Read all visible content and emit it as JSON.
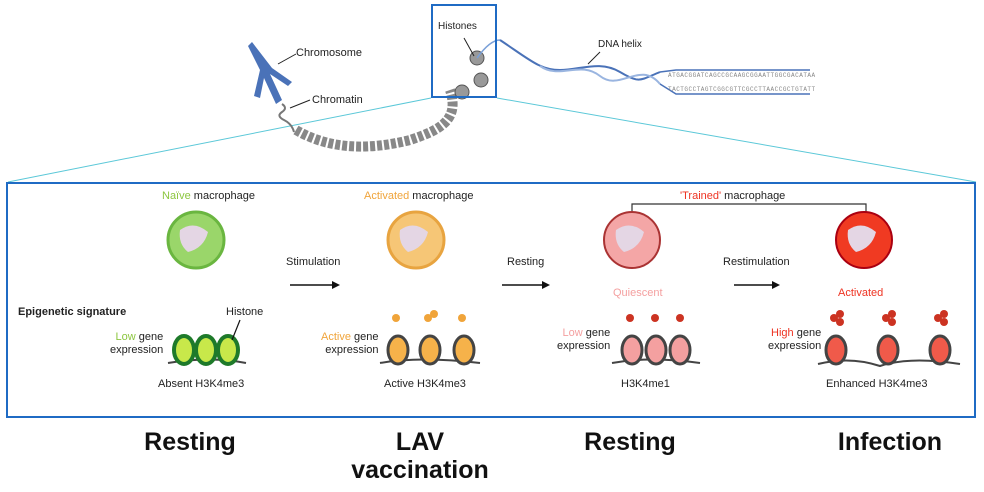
{
  "top_labels": {
    "chromosome": "Chromosome",
    "chromatin": "Chromatin",
    "histones": "Histones",
    "dna_helix": "DNA helix",
    "seq_top": "ATGACGGATCAGCCGCAAGCGGAATTGGCGACATAA",
    "seq_bottom": "TACTGCCTAGTCGGCGTTCGCCTTAACCGCTGTATT"
  },
  "panel": {
    "epigenetic_signature": "Epigenetic signature",
    "histone_label": "Histone",
    "stages": [
      {
        "title_color_word": "Naïve",
        "title_rest": " macrophage",
        "color": "#8cc63f",
        "gene_color_word": "Low",
        "gene_rest": " gene",
        "gene_line2": "expression",
        "mark": "Absent H3K4me3"
      },
      {
        "title_color_word": "Activated",
        "title_rest": " macrophage",
        "color": "#f0a43a",
        "gene_color_word": "Active",
        "gene_rest": " gene",
        "gene_line2": "expression",
        "mark": "Active H3K4me3"
      },
      {
        "state": "Quiescent",
        "color": "#f08c8c",
        "gene_color_word": "Low",
        "gene_rest": " gene",
        "gene_line2": "expression",
        "mark": "H3K4me1"
      },
      {
        "state": "Activated",
        "color": "#ee3322",
        "gene_color_word": "High",
        "gene_rest": " gene",
        "gene_line2": "expression",
        "mark": "Enhanced H3K4me3"
      }
    ],
    "trained_color_word": "'Trained'",
    "trained_rest": " macrophage",
    "arrows": [
      "Stimulation",
      "Resting",
      "Restimulation"
    ]
  },
  "bottom_labels": [
    "Resting",
    "LAV vaccination",
    "Resting",
    "Infection"
  ],
  "colors": {
    "frame": "#1f6bc4",
    "zoom_line": "#5bc8d8"
  }
}
